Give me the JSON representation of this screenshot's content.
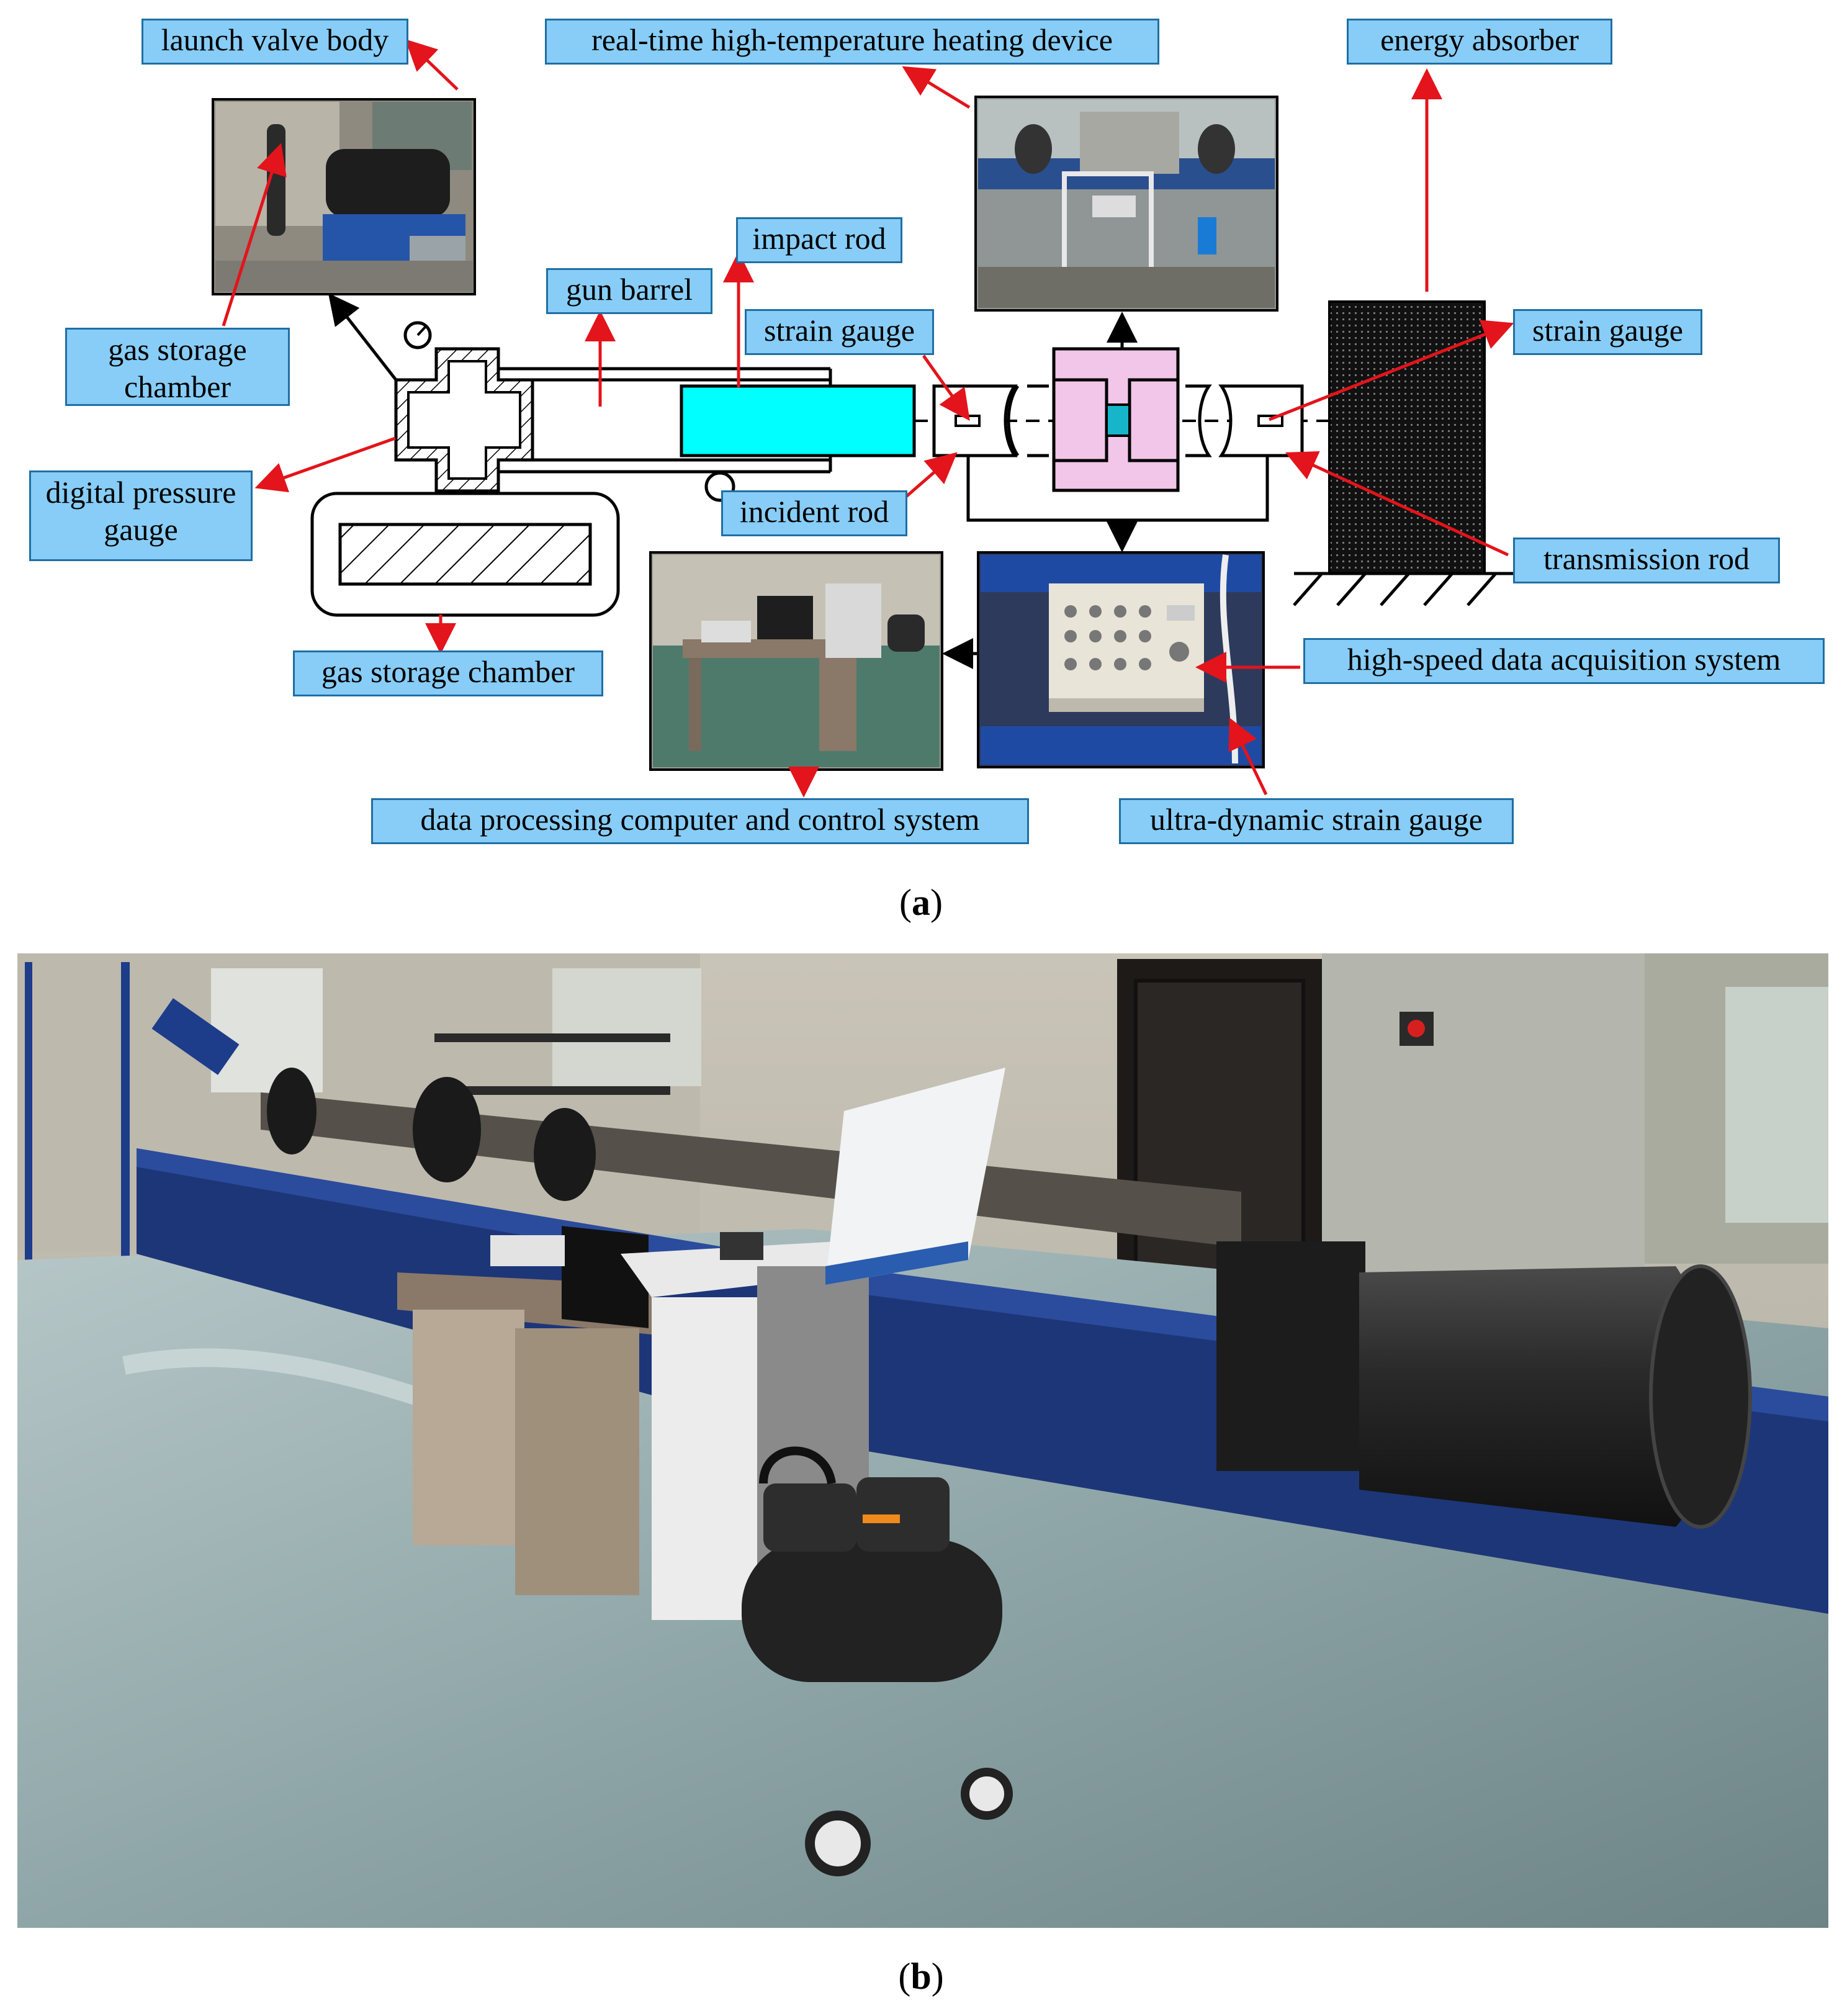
{
  "panel_a": {
    "caption_letter": "a",
    "labels": {
      "launch_valve_body": "launch valve body",
      "heating_device": "real-time high-temperature heating device",
      "energy_absorber": "energy absorber",
      "impact_rod": "impact rod",
      "gun_barrel": "gun barrel",
      "strain_gauge_left": "strain gauge",
      "strain_gauge_right": "strain gauge",
      "gas_storage_chamber_upper": "gas storage chamber",
      "digital_pressure_gauge": "digital pressure gauge",
      "incident_rod": "incident rod",
      "transmission_rod": "transmission rod",
      "gas_storage_chamber_lower": "gas storage chamber",
      "high_speed_daq": "high-speed data acquisition system",
      "data_processing": "data processing computer and control system",
      "ultra_dynamic_strain_gauge": "ultra-dynamic strain gauge"
    },
    "colors": {
      "label_fill": "#87cdf7",
      "arrow_red": "#e3141b",
      "impact_rod_fill": "#00ffff",
      "specimen_box_fill": "#f2c6e8",
      "specimen_fill": "#16b5c9"
    }
  },
  "panel_b": {
    "caption_letter": "b"
  }
}
